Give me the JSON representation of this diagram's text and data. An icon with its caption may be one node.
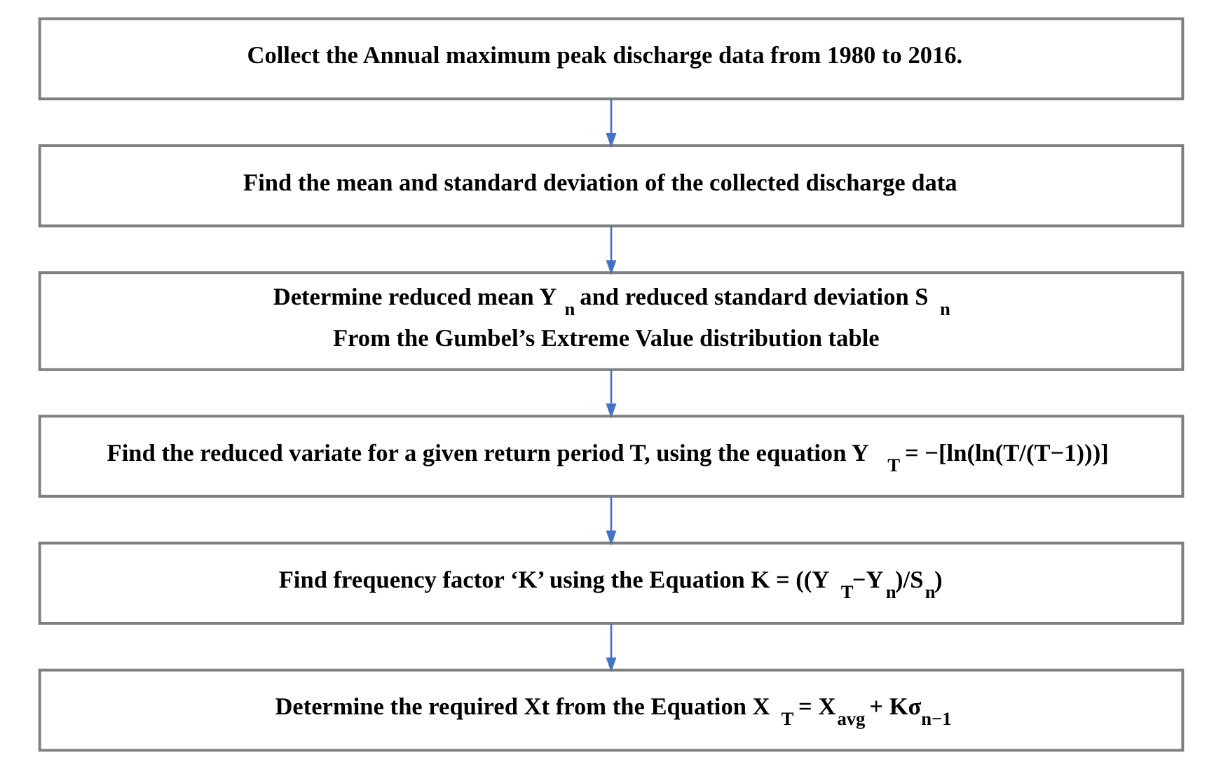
{
  "diagram": {
    "nodes": [
      {
        "text": [
          "Collect the Annual maximum peak discharge data from 1980 to 2016."
        ]
      },
      {
        "text": [
          "Find the mean and standard deviation of the collected discharge data"
        ]
      },
      {
        "text": [
          "Determine reduced mean Y$_{n}$ and reduced standard deviation S$_{n}$",
          "From the Gumbel’s Extreme Value distribution table"
        ]
      },
      {
        "text": [
          "Find the reduced variate for a given return period T, using the equation Y$_{T}$ = −[ln(ln(T/(T−1)))]"
        ]
      },
      {
        "text": [
          "Find frequency factor ‘K’ using the Equation K = ((Y$_{T}$−Y$_{n}$)/S$_{n}$)"
        ]
      },
      {
        "text": [
          "Determine the required Xt from the Equation X$_{T}$ = X$_{avg}$ + Kσ$_{n−1}$"
        ]
      }
    ],
    "edges": [
      {
        "from": 0,
        "to": 1,
        "arrow": "to"
      },
      {
        "from": 1,
        "to": 2,
        "arrow": "to"
      },
      {
        "from": 2,
        "to": 3,
        "arrow": "to"
      },
      {
        "from": 3,
        "to": 4,
        "arrow": "to"
      },
      {
        "from": 4,
        "to": 5,
        "arrow": "to"
      }
    ]
  }
}
